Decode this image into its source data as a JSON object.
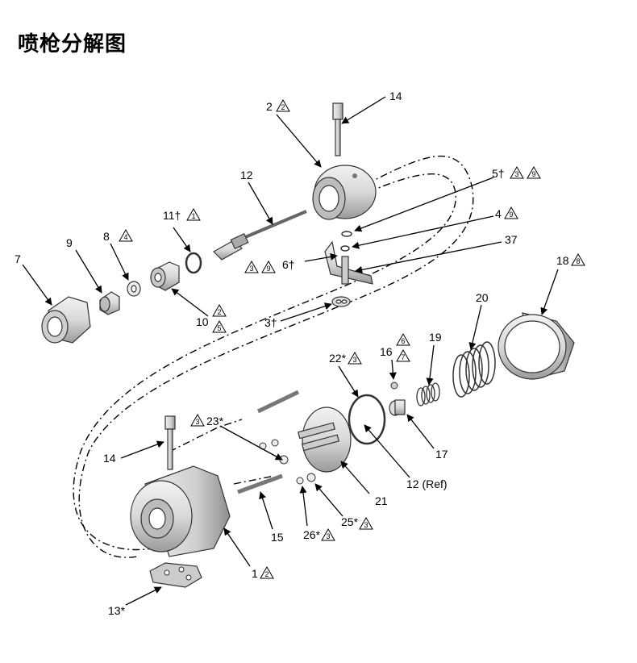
{
  "title": "喷枪分解图",
  "callouts": [
    {
      "id": "c2",
      "number": "2",
      "flags": [
        "2"
      ]
    },
    {
      "id": "c14a",
      "number": "14",
      "flags": []
    },
    {
      "id": "c12",
      "number": "12",
      "flags": []
    },
    {
      "id": "c5",
      "number": "5†",
      "flags": [
        "3",
        "9"
      ]
    },
    {
      "id": "c4",
      "number": "4",
      "flags": [
        "9"
      ]
    },
    {
      "id": "c37",
      "number": "37",
      "flags": []
    },
    {
      "id": "c6",
      "number": "6†",
      "flags": [
        "3",
        "9"
      ]
    },
    {
      "id": "c11",
      "number": "11†",
      "flags": [
        "1"
      ]
    },
    {
      "id": "c8",
      "number": "8",
      "flags": [
        "4"
      ]
    },
    {
      "id": "c9",
      "number": "9",
      "flags": []
    },
    {
      "id": "c7",
      "number": "7",
      "flags": []
    },
    {
      "id": "c10",
      "number": "10",
      "flags": [
        "2",
        "5"
      ]
    },
    {
      "id": "c3",
      "number": "3†",
      "flags": []
    },
    {
      "id": "c18",
      "number": "18",
      "flags": [
        "8"
      ]
    },
    {
      "id": "c20",
      "number": "20",
      "flags": []
    },
    {
      "id": "c16",
      "number": "16",
      "flags": [
        "6",
        "7"
      ]
    },
    {
      "id": "c19",
      "number": "19",
      "flags": []
    },
    {
      "id": "c22",
      "number": "22*",
      "flags": [
        "3"
      ]
    },
    {
      "id": "c17",
      "number": "17",
      "flags": []
    },
    {
      "id": "c12r",
      "number": "12 (Ref)",
      "flags": []
    },
    {
      "id": "c23",
      "number": "23*",
      "flags": [
        "3"
      ]
    },
    {
      "id": "c14b",
      "number": "14",
      "flags": []
    },
    {
      "id": "c21",
      "number": "21",
      "flags": []
    },
    {
      "id": "c25",
      "number": "25*",
      "flags": [
        "3"
      ]
    },
    {
      "id": "c26",
      "number": "26*",
      "flags": [
        "3"
      ]
    },
    {
      "id": "c15",
      "number": "15",
      "flags": []
    },
    {
      "id": "c1",
      "number": "1",
      "flags": [
        "2"
      ]
    },
    {
      "id": "c13",
      "number": "13*",
      "flags": []
    }
  ]
}
